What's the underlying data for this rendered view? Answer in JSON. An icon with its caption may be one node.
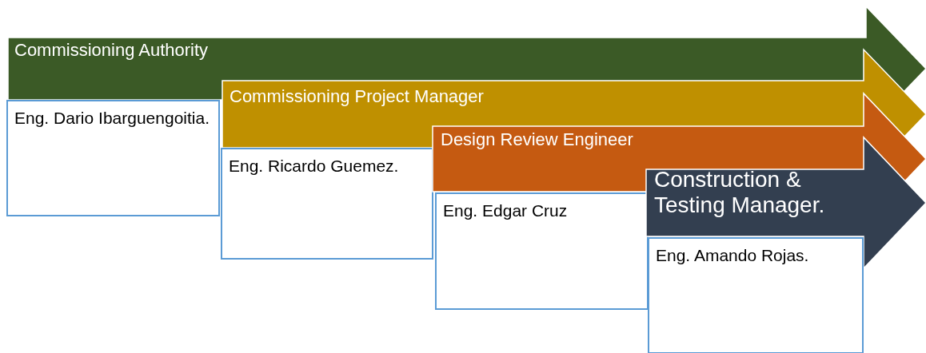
{
  "diagram": {
    "nodes": [
      {
        "text": [
          "Commissioning Authority"
        ]
      },
      {
        "text": [
          "Eng. Dario Ibarguengoitia."
        ]
      },
      {
        "text": [
          "Commissioning Project Manager"
        ]
      },
      {
        "text": [
          "Eng. Ricardo Guemez."
        ]
      },
      {
        "text": [
          "Design Review Engineer"
        ]
      },
      {
        "text": [
          "Eng. Edgar Cruz"
        ]
      },
      {
        "text": [
          "Construction & Testing Manager."
        ]
      },
      {
        "text": [
          "Eng. Amando Rojas."
        ]
      }
    ]
  }
}
